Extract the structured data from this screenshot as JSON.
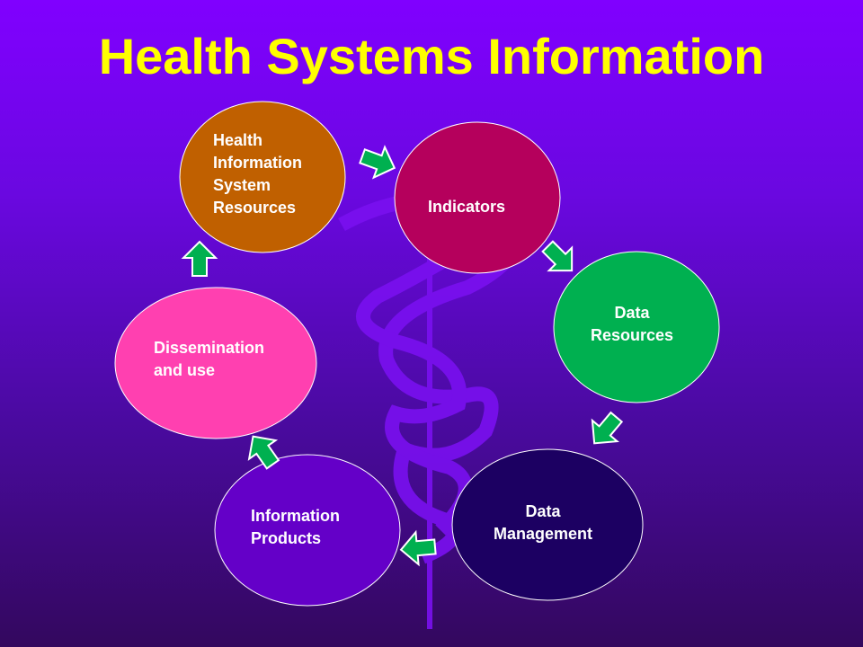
{
  "title": "Health Systems Information",
  "nodes": [
    {
      "label_lines": [
        "Health",
        "Information",
        "System",
        "Resources"
      ],
      "color": "#c06000"
    },
    {
      "label_lines": [
        "Indicators"
      ],
      "color": "#b5005c"
    },
    {
      "label_lines": [
        "Data",
        "Resources"
      ],
      "color": "#00b050"
    },
    {
      "label_lines": [
        "Data",
        "Management"
      ],
      "color": "#1c0062"
    },
    {
      "label_lines": [
        "Information",
        "Products"
      ],
      "color": "#6400c8"
    },
    {
      "label_lines": [
        "Dissemination",
        "and use"
      ],
      "color": "#ff40b0"
    }
  ],
  "arrow_color": "#00b050",
  "title_color": "#ffff00"
}
